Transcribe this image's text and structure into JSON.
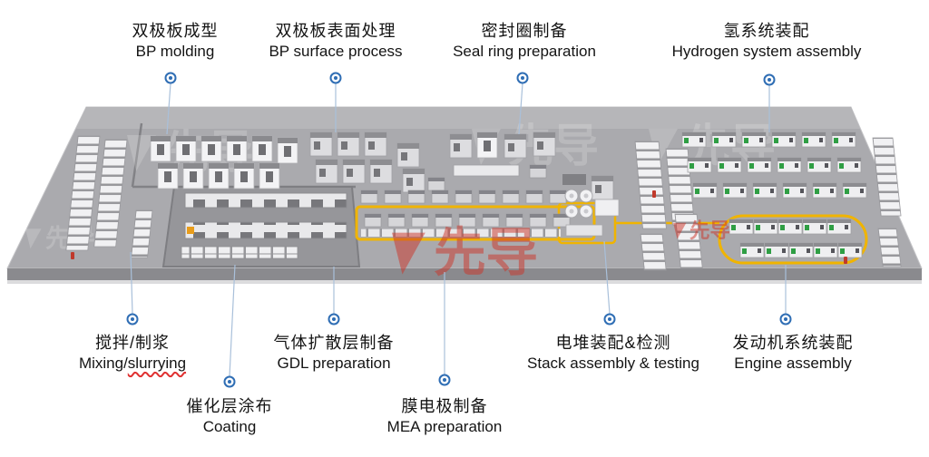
{
  "stations": {
    "bp_molding": {
      "zh": "双极板成型",
      "en": "BP molding"
    },
    "bp_surface": {
      "zh": "双极板表面处理",
      "en": "BP surface process"
    },
    "seal_ring": {
      "zh": "密封圈制备",
      "en": "Seal ring preparation"
    },
    "hydrogen_system": {
      "zh": "氢系统装配",
      "en": "Hydrogen system assembly"
    },
    "mixing": {
      "zh": "搅拌/制浆",
      "en_prefix": "Mixing/",
      "en_underlined": "slurrying"
    },
    "gdl": {
      "zh": "气体扩散层制备",
      "en": "GDL preparation"
    },
    "coating": {
      "zh": "催化层涂布",
      "en": "Coating"
    },
    "mea": {
      "zh": "膜电极制备",
      "en": "MEA preparation"
    },
    "stack": {
      "zh": "电堆装配&检测",
      "en": "Stack assembly & testing"
    },
    "engine": {
      "zh": "发动机系统装配",
      "en": "Engine assembly"
    }
  },
  "watermark": {
    "text": "先导"
  },
  "colors": {
    "callout_blue": "#2e6db4",
    "leader_line": "#a9c0da",
    "conveyor_yellow": "#f0b400",
    "floor_gray": "#aaaaae",
    "machine_green": "#2f9e44",
    "watermark_red": "#cc3327",
    "label_text": "#141414"
  }
}
